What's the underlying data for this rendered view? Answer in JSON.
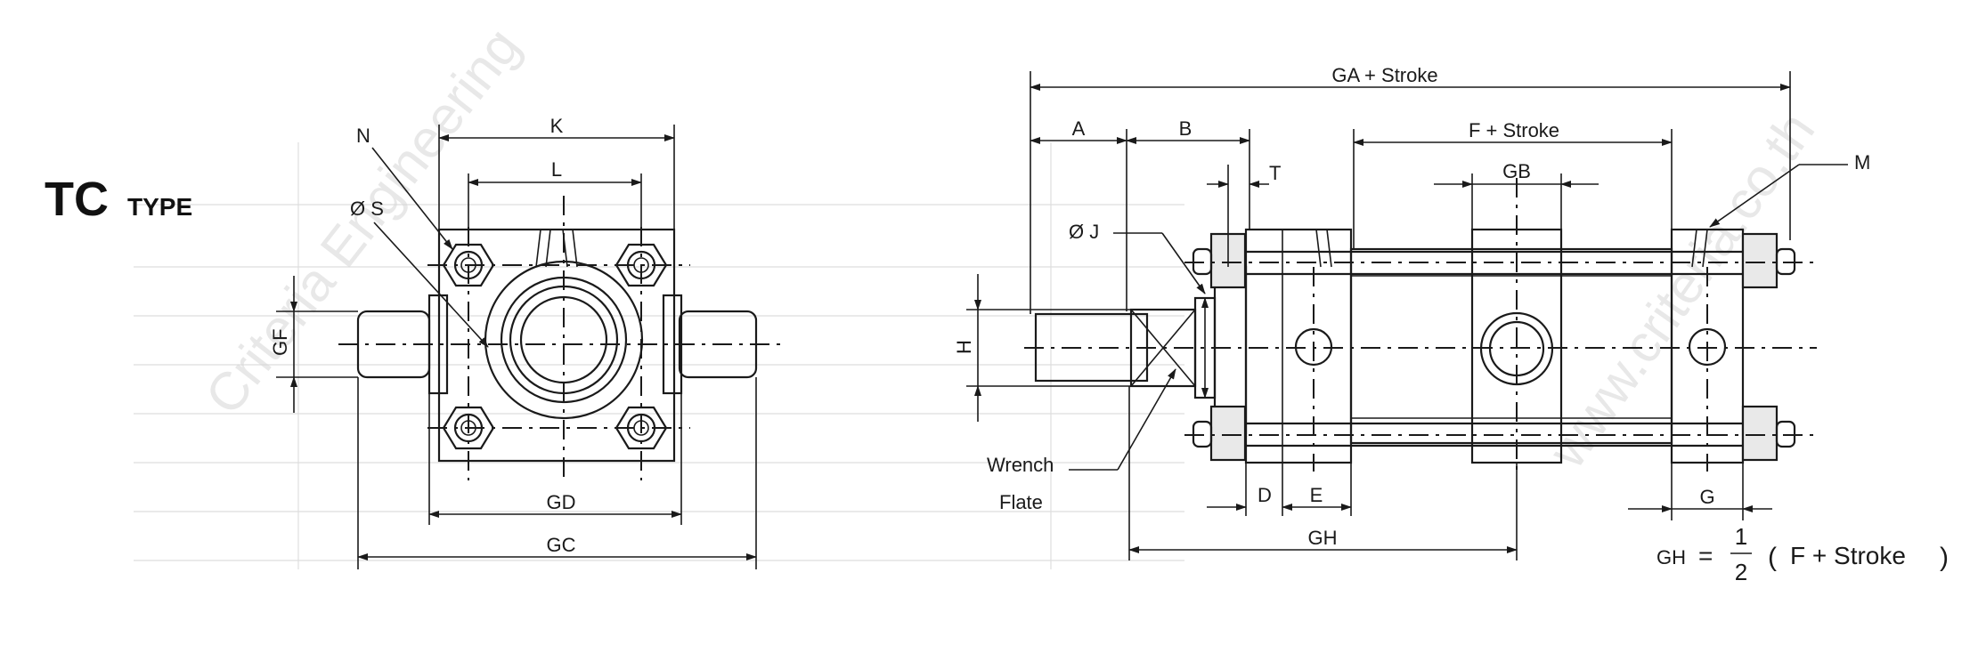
{
  "title": {
    "main": "TC",
    "sub": "TYPE"
  },
  "front_view": {
    "labels": {
      "n": "N",
      "s": "Ø S",
      "k": "K",
      "l": "L",
      "gf": "GF",
      "gd": "GD",
      "gc": "GC"
    }
  },
  "side_view": {
    "labels": {
      "ga": "GA + Stroke",
      "a": "A",
      "b": "B",
      "t": "T",
      "f": "F + Stroke",
      "gb": "GB",
      "m": "M",
      "j": "Ø J",
      "h": "H",
      "wrench": "Wrench",
      "flate": "Flate",
      "d": "D",
      "e": "E",
      "g": "G",
      "gh": "GH"
    },
    "formula": {
      "left": "GH",
      "eq": "=",
      "num": "1",
      "den": "2",
      "paren_open": "(",
      "expr": "F + Stroke",
      "paren_close": ")"
    }
  },
  "watermarks": [
    "Criteria Engineering",
    "www.criteria.co.th"
  ]
}
